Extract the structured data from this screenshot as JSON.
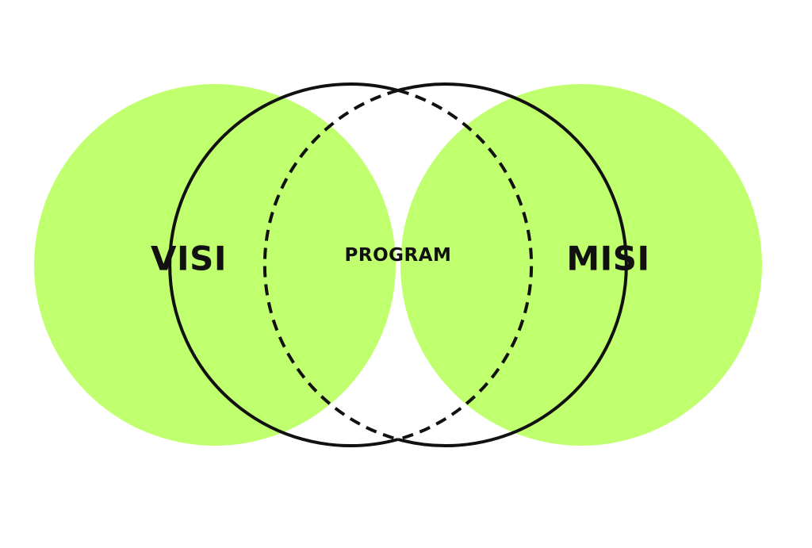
{
  "diagram": {
    "type": "venn",
    "colors": {
      "circle_fill": "#c0ff6d",
      "overlap_fill": "#7ed957",
      "stroke": "#111111",
      "background": "#ffffff"
    },
    "circles": [
      {
        "label": "VISI"
      },
      {
        "label": "MISI"
      }
    ],
    "overlap": {
      "label": "PROGRAM",
      "border_style": "dashed"
    }
  }
}
